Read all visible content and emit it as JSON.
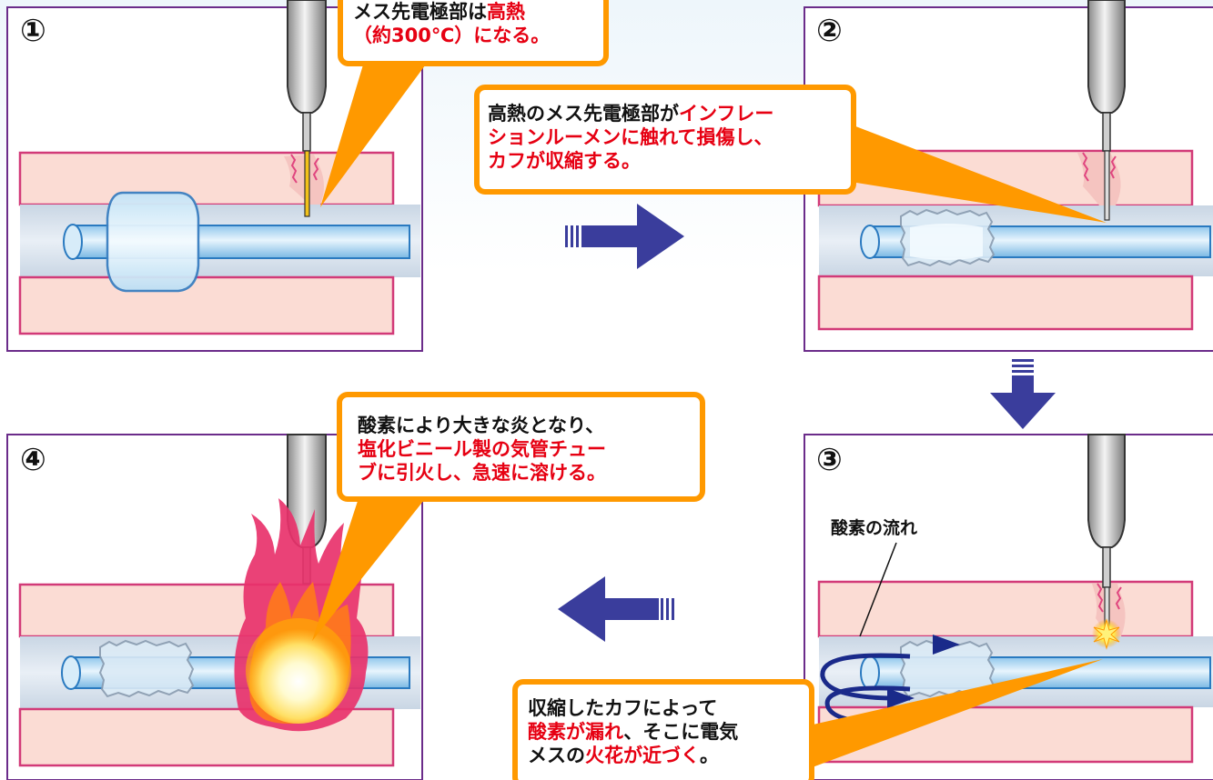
{
  "panels": {
    "p1": {
      "number": "①"
    },
    "p2": {
      "number": "②"
    },
    "p3": {
      "number": "③",
      "flow_label": "酸素の流れ"
    },
    "p4": {
      "number": "④"
    }
  },
  "callouts": {
    "c1": {
      "line1_a": "メス先電極部は",
      "line1_b": "高熱",
      "line2": "（約300℃）になる。"
    },
    "c2": {
      "line1_a": "高熱のメス先電極部が",
      "line1_b": "インフレー",
      "line2": "ションルーメンに触れて損傷し、",
      "line3": "カフが収縮する。"
    },
    "c3": {
      "line1": "酸素により大きな炎となり、",
      "line2": "塩化ビニール製の気管チュー",
      "line3": "ブに引火し、急速に溶ける。"
    },
    "c4": {
      "line1": "収縮したカフによって",
      "line2_a": "酸素が漏れ",
      "line2_b": "、そこに電気",
      "line3_a": "メスの",
      "line3_b": "火花が近づく",
      "line3_c": "。"
    }
  },
  "colors": {
    "frame": "#6b2c8a",
    "callout_fill": "#ff9900",
    "callout_border": "#ff9900",
    "highlight_text": "#e60012",
    "tissue_fill": "#fbdcd4",
    "tissue_stroke": "#d23a78",
    "tube_fill": "#a8d4f0",
    "tube_stroke": "#2a7ac0",
    "arrow": "#2e3192"
  }
}
